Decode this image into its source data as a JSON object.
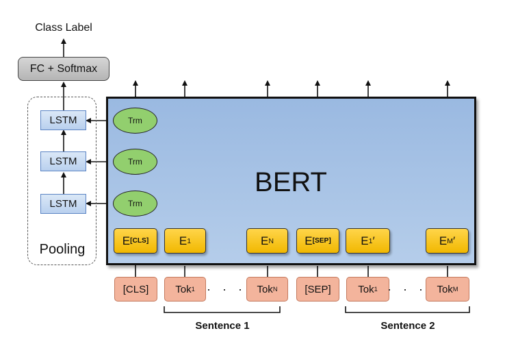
{
  "output": {
    "class_label": "Class Label",
    "fc_label": "FC + Softmax"
  },
  "pooling": {
    "label": "Pooling",
    "lstm_labels": [
      "LSTM",
      "LSTM",
      "LSTM"
    ]
  },
  "bert": {
    "label": "BERT",
    "trm_labels": [
      "Trm",
      "Trm",
      "Trm"
    ]
  },
  "embeddings": [
    {
      "base": "E",
      "sub": "[CLS]"
    },
    {
      "base": "E",
      "sub": "1"
    },
    {
      "base": "E",
      "sub": "N"
    },
    {
      "base": "E",
      "sub": "[SEP]"
    },
    {
      "base": "E",
      "sub": "1",
      "prime": "′"
    },
    {
      "base": "E",
      "sub": "M",
      "prime": "′"
    }
  ],
  "tokens": [
    {
      "base": "[CLS]",
      "sub": ""
    },
    {
      "base": "Tok",
      "sub": "1"
    },
    {
      "base": "Tok",
      "sub": "N"
    },
    {
      "base": "[SEP]",
      "sub": ""
    },
    {
      "base": "Tok",
      "sub": "1"
    },
    {
      "base": "Tok",
      "sub": "M"
    }
  ],
  "ellipsis": "· · ·",
  "sentences": [
    "Sentence 1",
    "Sentence 2"
  ],
  "colors": {
    "bert_fill": "#9ab9e1",
    "trm_fill": "#92cf6e",
    "embedding_fill": "#ffd54a",
    "token_fill": "#f3b49c",
    "lstm_fill": "#c9dcf2"
  }
}
